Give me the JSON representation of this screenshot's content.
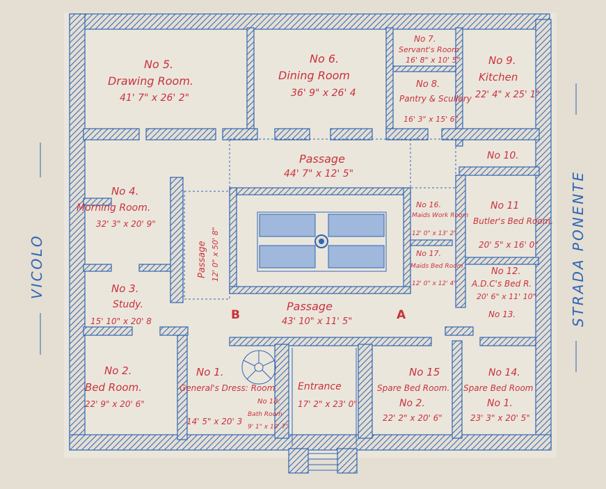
{
  "streets": {
    "left": "VICOLO",
    "right": "STRADA PONENTE"
  },
  "markers": {
    "a": "A",
    "b": "B"
  },
  "rooms": [
    {
      "id": "no5",
      "number": "No 5.",
      "name": "Drawing Room.",
      "size": "41' 7\" x 26' 2\""
    },
    {
      "id": "no6",
      "number": "No 6.",
      "name": "Dining Room",
      "size": "36' 9\" x 26' 4"
    },
    {
      "id": "no7",
      "number": "No 7.",
      "name": "Servant's Room",
      "size": "16' 8\" x 10' 5\""
    },
    {
      "id": "no8",
      "number": "No 8.",
      "name": "Pantry & Scullery",
      "size": "16' 3\" x 15' 6\""
    },
    {
      "id": "no9",
      "number": "No 9.",
      "name": "Kitchen",
      "size": "22' 4\" x 25' 1\""
    },
    {
      "id": "no10",
      "number": "No 10.",
      "name": "",
      "size": ""
    },
    {
      "id": "passN",
      "number": "",
      "name": "Passage",
      "size": "44' 7\" x 12' 5\""
    },
    {
      "id": "no4",
      "number": "No 4.",
      "name": "Morning Room.",
      "size": "32' 3\" x 20' 9\""
    },
    {
      "id": "passW",
      "number": "",
      "name": "Passage",
      "size": "12' 0\" x 50' 8\""
    },
    {
      "id": "no16",
      "number": "No 16.",
      "name": "Maids Work Room",
      "size": "12' 0\" x 13' 2\""
    },
    {
      "id": "no17",
      "number": "No 17.",
      "name": "Maids Bed Room",
      "size": "12' 0\" x 12' 4\""
    },
    {
      "id": "no11",
      "number": "No 11",
      "name": "Butler's Bed Room.",
      "size": "20' 5\" x 16' 0\""
    },
    {
      "id": "no12",
      "number": "No 12.",
      "name": "A.D.C's Bed R.",
      "size": "20' 6\" x 11' 10\""
    },
    {
      "id": "no13",
      "number": "No 13.",
      "name": "",
      "size": ""
    },
    {
      "id": "no3",
      "number": "No 3.",
      "name": "Study.",
      "size": "15' 10\" x 20' 8"
    },
    {
      "id": "passS",
      "number": "",
      "name": "Passage",
      "size": "43' 10\" x 11' 5\""
    },
    {
      "id": "no2",
      "number": "No 2.",
      "name": "Bed Room.",
      "size": "22' 9\" x 20' 6\""
    },
    {
      "id": "no1",
      "number": "No 1.",
      "name": "General's Dress: Room",
      "size": "14' 5\" x 20' 3"
    },
    {
      "id": "no18",
      "number": "No 18.",
      "name": "Bath Room",
      "size": "9' 1\" x 10' 7\""
    },
    {
      "id": "entr",
      "number": "",
      "name": "Entrance",
      "size": "17' 2\" x 23' 0\""
    },
    {
      "id": "no15",
      "number": "No 15",
      "name": "Spare Bed Room.",
      "size": "22' 2\" x 20' 6\""
    },
    {
      "id": "no15b",
      "number": "No 2.",
      "name": "",
      "size": ""
    },
    {
      "id": "no14",
      "number": "No 14.",
      "name": "Spare Bed Room",
      "size": "23' 3\" x 20' 5\""
    },
    {
      "id": "no14b",
      "number": "No 1.",
      "name": "",
      "size": ""
    }
  ],
  "colors": {
    "paper": "#e4ded3",
    "ink_blue": "#2f66b4",
    "ink_red": "#c8323c"
  }
}
